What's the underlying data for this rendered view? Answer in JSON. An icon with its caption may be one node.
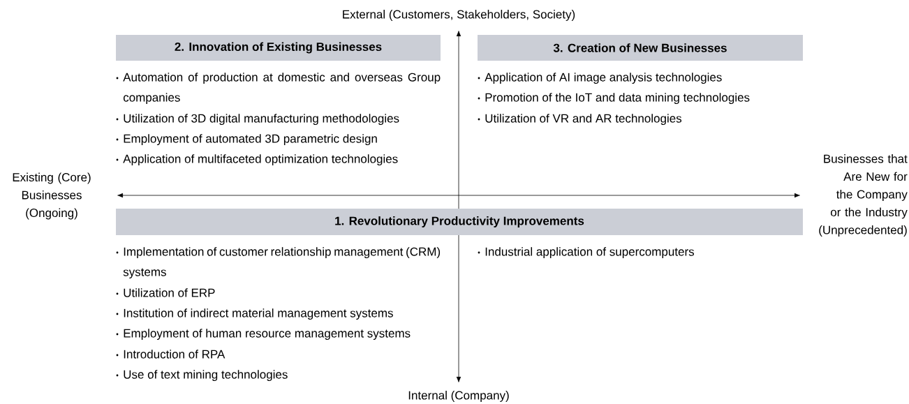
{
  "diagram": {
    "nodes": [
      {
        "text": [
          "2. Innovation of Existing Businesses"
        ],
        "beside": [
          "Automation of production at domestic and overseas Group companies",
          "Utilization of 3D digital manufacturing methodologies",
          "Employment of automated 3D parametric design",
          "Application of multifaceted optimization technologies"
        ]
      },
      {
        "text": [
          "3. Creation of New Businesses"
        ],
        "beside": [
          "Application of AI image analysis technologies",
          "Promotion of the IoT and data mining technologies",
          "Utilization of VR and AR technologies"
        ]
      },
      {
        "text": [
          "1. Revolutionary Productivity Improvements"
        ],
        "beside": [
          "Implementation of customer relationship management (CRM) systems",
          "Utilization of ERP",
          "Institution of indirect material management systems",
          "Employment of human resource management systems",
          "Introduction of RPA",
          "Use of text mining technologies",
          "Industrial application of supercomputers"
        ]
      }
    ],
    "labels": [
      "External (Customers, Stakeholders, Society)",
      "Existing (Core) Businesses (Ongoing)",
      "Businesses that Are New for the Company or the Industry (Unprecedented)",
      "Internal (Company)"
    ]
  }
}
